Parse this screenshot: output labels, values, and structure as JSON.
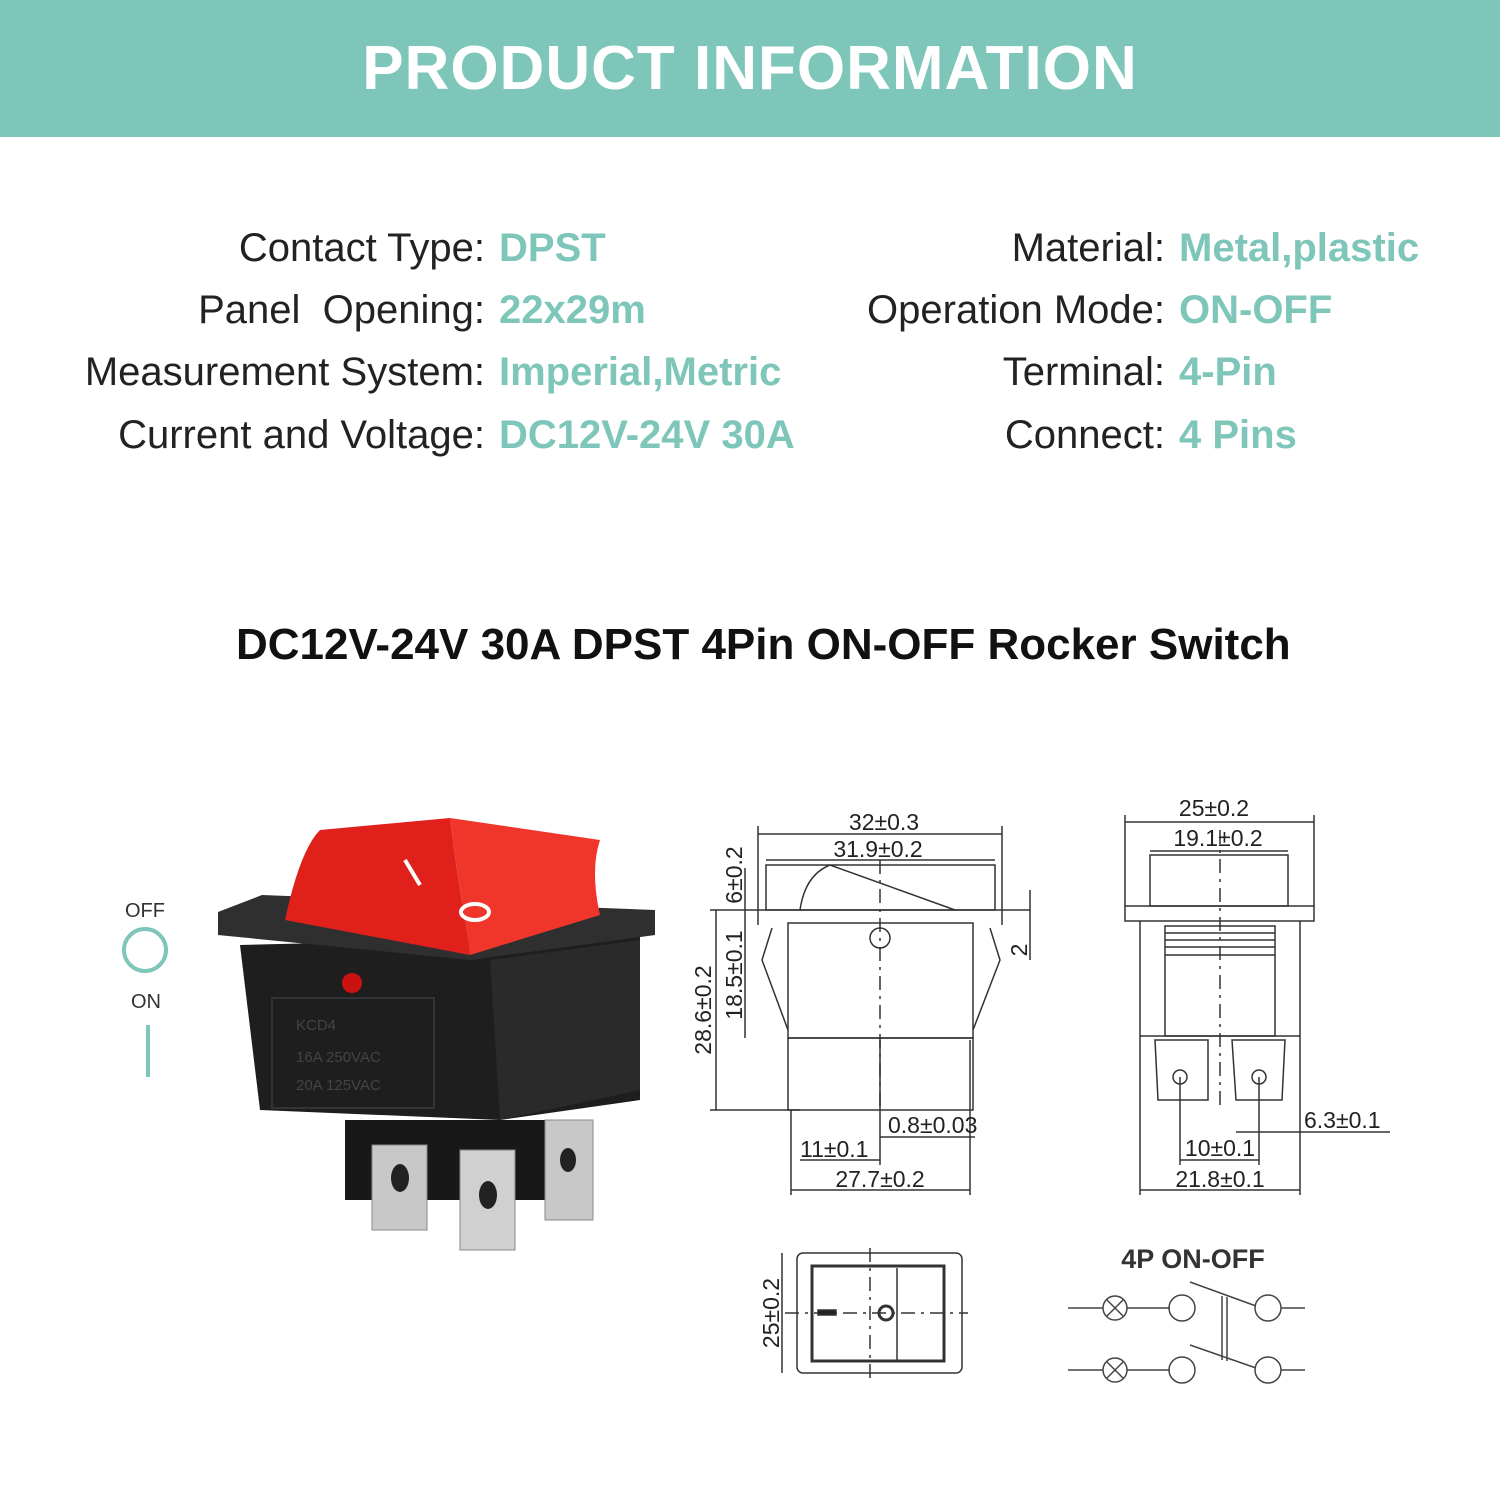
{
  "header": {
    "title": "PRODUCT INFORMATION"
  },
  "specs_left": [
    {
      "label": "Contact Type:",
      "value": "DPST"
    },
    {
      "label": "Panel  Opening:",
      "value": "22x29m"
    },
    {
      "label": "Measurement System:",
      "value": "Imperial,Metric"
    },
    {
      "label": "Current and Voltage:",
      "value": "DC12V-24V 30A"
    }
  ],
  "specs_right": [
    {
      "label": "Material:",
      "value": "Metal,plastic"
    },
    {
      "label": "Operation Mode:",
      "value": "ON-OFF"
    },
    {
      "label": "Terminal:",
      "value": "4-Pin"
    },
    {
      "label": "Connect:",
      "value": "4 Pins"
    }
  ],
  "product_title": "DC12V-24V 30A DPST 4Pin ON-OFF Rocker Switch",
  "legend": {
    "off": "OFF",
    "on": "ON"
  },
  "photo_markings": {
    "model": "KCD4",
    "rating1": "16A 250VAC",
    "rating2": "20A 125VAC"
  },
  "side_view": {
    "d1": "32±0.3",
    "d2": "31.9±0.2",
    "d3": "6±0.2",
    "d4": "18.5±0.1",
    "d5": "28.6±0.2",
    "d6": "2",
    "d7": "0.8±0.03",
    "d8": "11±0.1",
    "d9": "27.7±0.2"
  },
  "front_view": {
    "d1": "25±0.2",
    "d2": "19.1±0.2",
    "d3": "6.3±0.1",
    "d4": "10±0.1",
    "d5": "21.8±0.1"
  },
  "top_view": {
    "d1": "25±0.2"
  },
  "schematic": {
    "title": "4P  ON-OFF"
  },
  "colors": {
    "accent": "#7dc6b9",
    "rocker": "#e0201a",
    "body": "#1e1e1e"
  }
}
